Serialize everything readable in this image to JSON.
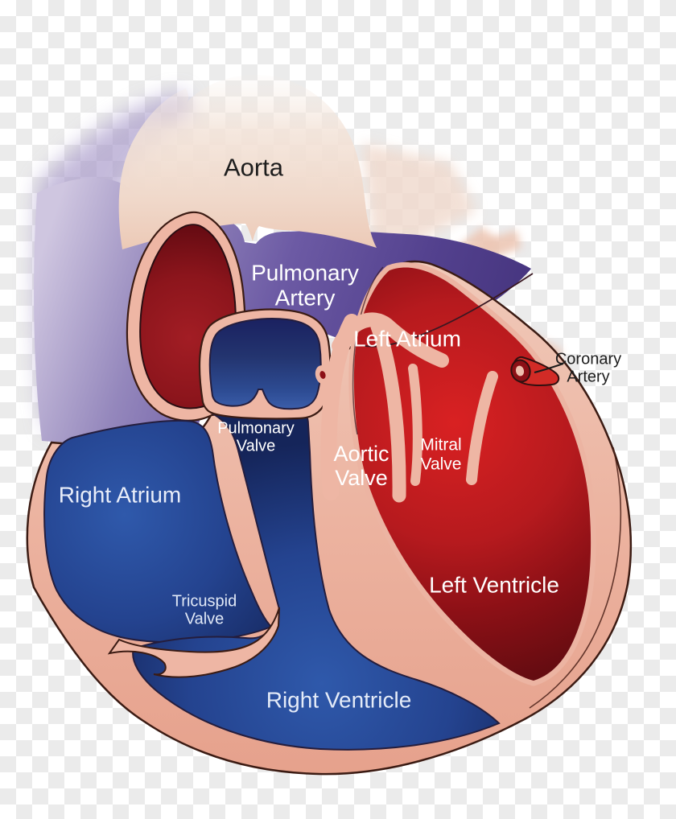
{
  "figure": {
    "type": "anatomical-diagram",
    "subject": "Cross-section of the human heart with chambers, valves and great vessels labeled",
    "background_style": "transparency-checkerboard"
  },
  "labels": {
    "aorta": "Aorta",
    "pulmonary_artery": "Pulmonary\nArtery",
    "left_atrium": "Left Atrium",
    "coronary_artery": "Coronary\nArtery",
    "pulmonary_valve": "Pulmonary\nValve",
    "aortic_valve": "Aortic\nValve",
    "mitral_valve": "Mitral\nValve",
    "right_atrium": "Right Atrium",
    "tricuspid_valve": "Tricuspid\nValve",
    "left_ventricle": "Left Ventricle",
    "right_ventricle": "Right Ventricle"
  },
  "colors": {
    "checker_gray": "#ebebeb",
    "heart_wall_salmon": "#eeb6a4",
    "outline_dark": "#3b1b13",
    "pulmonary_artery_purple": "#6c5aa4",
    "aorta_cream": "#f0d9cb",
    "oxygenated_red": "#c41e22",
    "deoxygenated_blue": "#2a4f9e",
    "dark_red_vessel": "#8c151c",
    "coronary_red": "#d22b26",
    "label_white": "#ffffff",
    "label_dark": "#1d1d1d"
  }
}
